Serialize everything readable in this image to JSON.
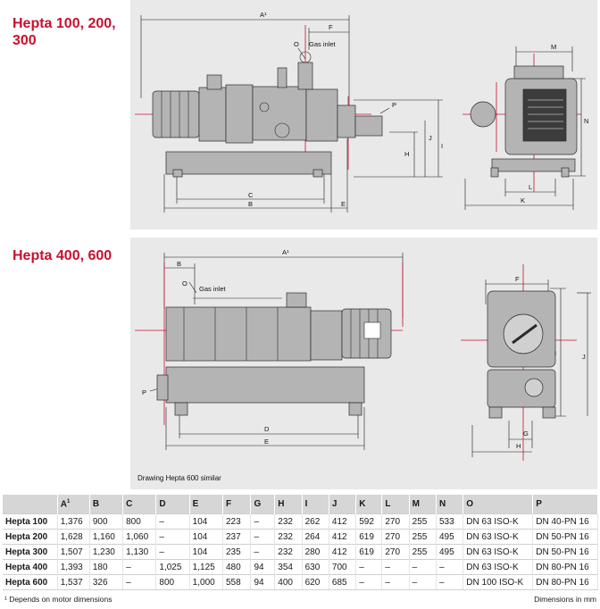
{
  "sections": {
    "top_title": "Hepta 100, 200,\n300",
    "bottom_title": "Hepta 400, 600"
  },
  "drawing_top": {
    "labels": {
      "a": "A¹",
      "f": "F",
      "o": "O",
      "gas": "Gas inlet",
      "p": "P",
      "h": "H",
      "j": "J",
      "i": "I",
      "c": "C",
      "b": "B",
      "e": "E",
      "m": "M",
      "n": "N",
      "l": "L",
      "k": "K"
    }
  },
  "drawing_bottom": {
    "labels": {
      "a": "A¹",
      "b": "B",
      "o": "O",
      "gas": "Gas inlet",
      "p": "P",
      "d": "D",
      "e": "E",
      "f": "F",
      "i": "I",
      "j": "J",
      "g": "G",
      "h": "H"
    },
    "note": "Drawing Hepta 600 similar"
  },
  "table": {
    "headers": [
      "",
      "A",
      "B",
      "C",
      "D",
      "E",
      "F",
      "G",
      "H",
      "I",
      "J",
      "K",
      "L",
      "M",
      "N",
      "O",
      "P"
    ],
    "header_sup": "1",
    "rows": [
      [
        "Hepta 100",
        "1,376",
        "900",
        "800",
        "–",
        "104",
        "223",
        "–",
        "232",
        "262",
        "412",
        "592",
        "270",
        "255",
        "533",
        "DN 63 ISO-K",
        "DN 40-PN 16"
      ],
      [
        "Hepta 200",
        "1,628",
        "1,160",
        "1,060",
        "–",
        "104",
        "237",
        "–",
        "232",
        "264",
        "412",
        "619",
        "270",
        "255",
        "495",
        "DN 63 ISO-K",
        "DN 50-PN 16"
      ],
      [
        "Hepta 300",
        "1,507",
        "1,230",
        "1,130",
        "–",
        "104",
        "235",
        "–",
        "232",
        "280",
        "412",
        "619",
        "270",
        "255",
        "495",
        "DN 63 ISO-K",
        "DN 50-PN 16"
      ],
      [
        "Hepta 400",
        "1,393",
        "180",
        "–",
        "1,025",
        "1,125",
        "480",
        "94",
        "354",
        "630",
        "700",
        "–",
        "–",
        "–",
        "–",
        "DN 63 ISO-K",
        "DN 80-PN 16"
      ],
      [
        "Hepta 600",
        "1,537",
        "326",
        "–",
        "800",
        "1,000",
        "558",
        "94",
        "400",
        "620",
        "685",
        "–",
        "–",
        "–",
        "–",
        "DN 100 ISO-K",
        "DN 80-PN 16"
      ]
    ]
  },
  "footnotes": {
    "left": "¹ Depends on motor dimensions",
    "right": "Dimensions in mm"
  },
  "colors": {
    "accent": "#c8102e",
    "panel": "#e9e9e9",
    "machine": "#b4b4b4",
    "header": "#d6d6d6"
  }
}
